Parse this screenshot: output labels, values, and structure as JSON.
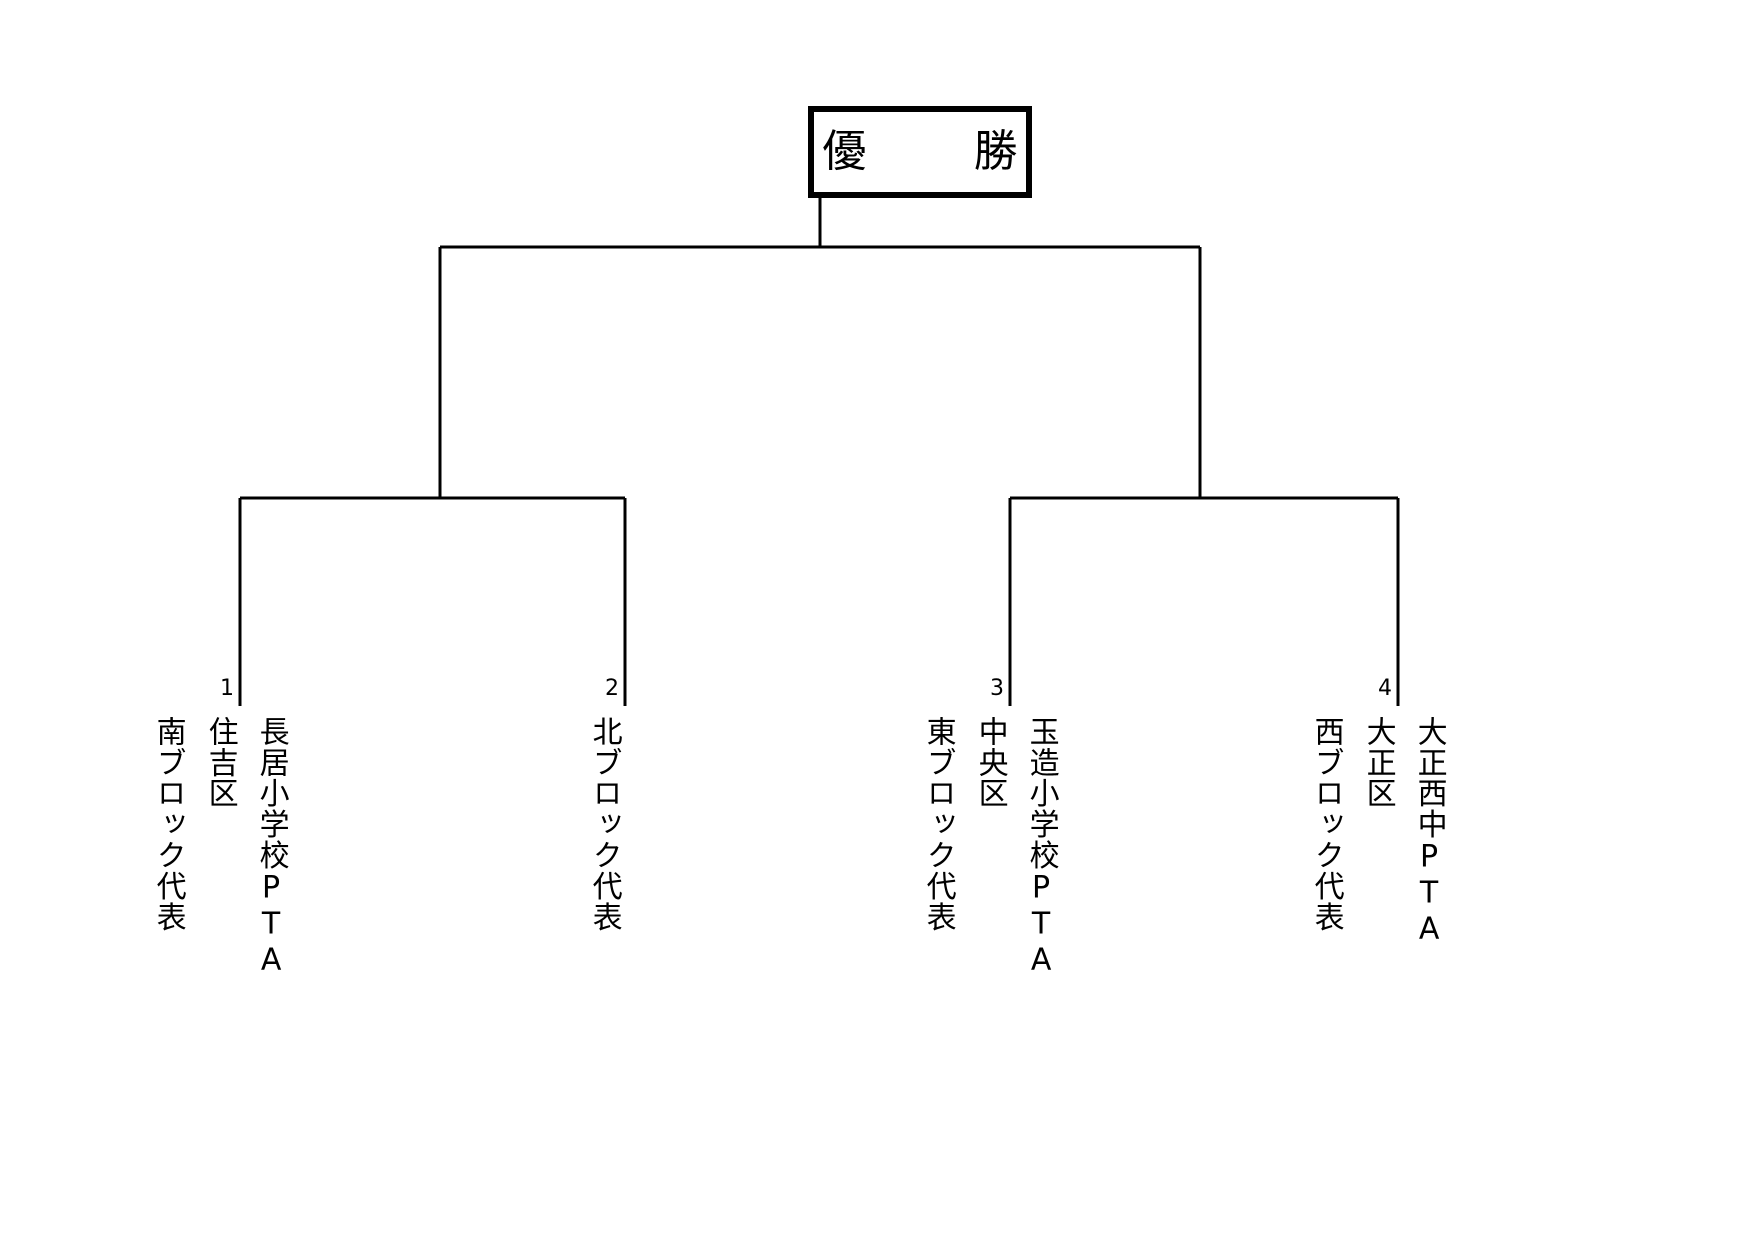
{
  "document": {
    "type": "tournament-bracket",
    "title": "優　勝"
  },
  "champion": {
    "label": "優　勝"
  },
  "slots": [
    {
      "number": "1",
      "lines": [
        "長居小学校PTA",
        "住吉区",
        "南ブロック代表"
      ]
    },
    {
      "number": "2",
      "lines": [
        "北ブロック代表"
      ]
    },
    {
      "number": "3",
      "lines": [
        "玉造小学校PTA",
        "中央区",
        "東ブロック代表"
      ]
    },
    {
      "number": "4",
      "lines": [
        "大正西中PTA",
        "大正区",
        "西ブロック代表"
      ]
    }
  ],
  "colors": {
    "line": "#000000",
    "background": "#ffffff",
    "text": "#000000"
  }
}
